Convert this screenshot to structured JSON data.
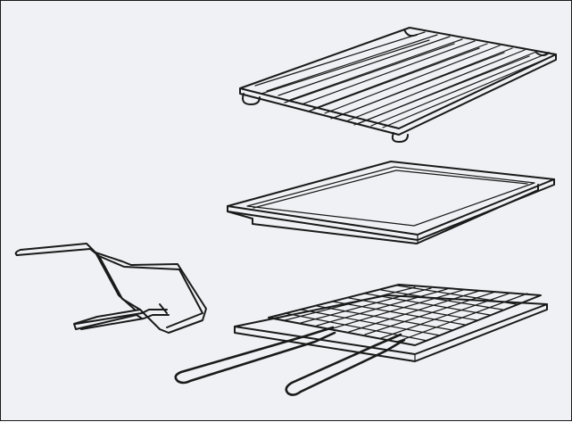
{
  "illustration": {
    "background_color": "#eff1f4",
    "line_color": "#1a1a1a",
    "tray_fill": "#c9ccd1",
    "tray_rim_fill": "#e4e6ea",
    "items": [
      {
        "id": "rack-shelf",
        "icon": "wire-shelf-icon"
      },
      {
        "id": "baking-tray",
        "icon": "baking-tray-icon"
      },
      {
        "id": "rack-support",
        "icon": "wire-support-icon"
      },
      {
        "id": "grill-rack",
        "icon": "grill-rack-icon"
      }
    ]
  }
}
